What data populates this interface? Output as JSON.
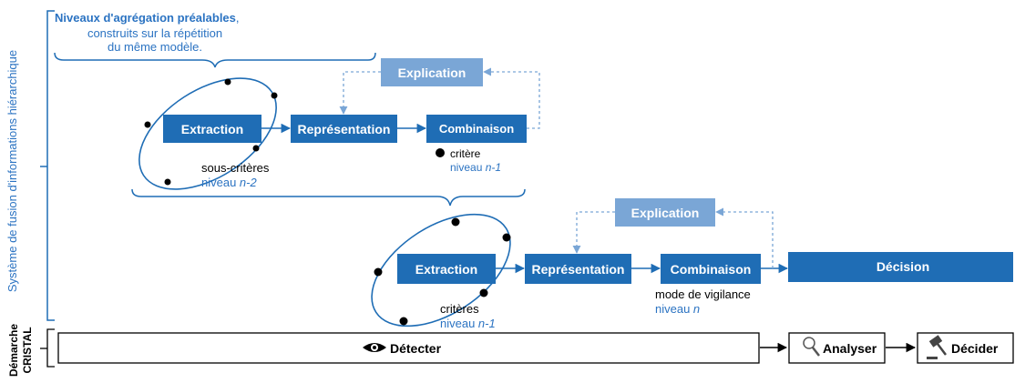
{
  "colors": {
    "primary": "#1f6db5",
    "light": "#7aa6d6",
    "accent_text": "#2b73c2",
    "dark": "#000000"
  },
  "left_labels": {
    "system": "Système de fusion d'informations hiérarchique",
    "cristal_line1": "Démarche",
    "cristal_line2": "CRISTAL"
  },
  "note": {
    "line1_bold": "Niveaux d'agrégation préalables",
    "line1_end": ",",
    "line2": "construits sur la répétition",
    "line3": "du même modèle."
  },
  "upper": {
    "extraction": "Extraction",
    "representation": "Représentation",
    "combinaison": "Combinaison",
    "explication": "Explication",
    "subcriteria_label": "sous-critères",
    "subcriteria_level_prefix": "niveau ",
    "subcriteria_level_var": "n-2",
    "criterion_label": "critère",
    "criterion_level_prefix": "niveau ",
    "criterion_level_var": "n-1"
  },
  "lower": {
    "extraction": "Extraction",
    "representation": "Représentation",
    "combinaison": "Combinaison",
    "explication": "Explication",
    "decision": "Décision",
    "criteria_label": "critères",
    "criteria_level_prefix": "niveau ",
    "criteria_level_var": "n-1",
    "mode_label": "mode de vigilance",
    "mode_level_prefix": "niveau ",
    "mode_level_var": "n"
  },
  "cristal": {
    "detect": "Détecter",
    "analyse": "Analyser",
    "decide": "Décider",
    "detect_icon": "eye-icon",
    "analyse_icon": "magnifier-icon",
    "decide_icon": "gavel-icon"
  }
}
